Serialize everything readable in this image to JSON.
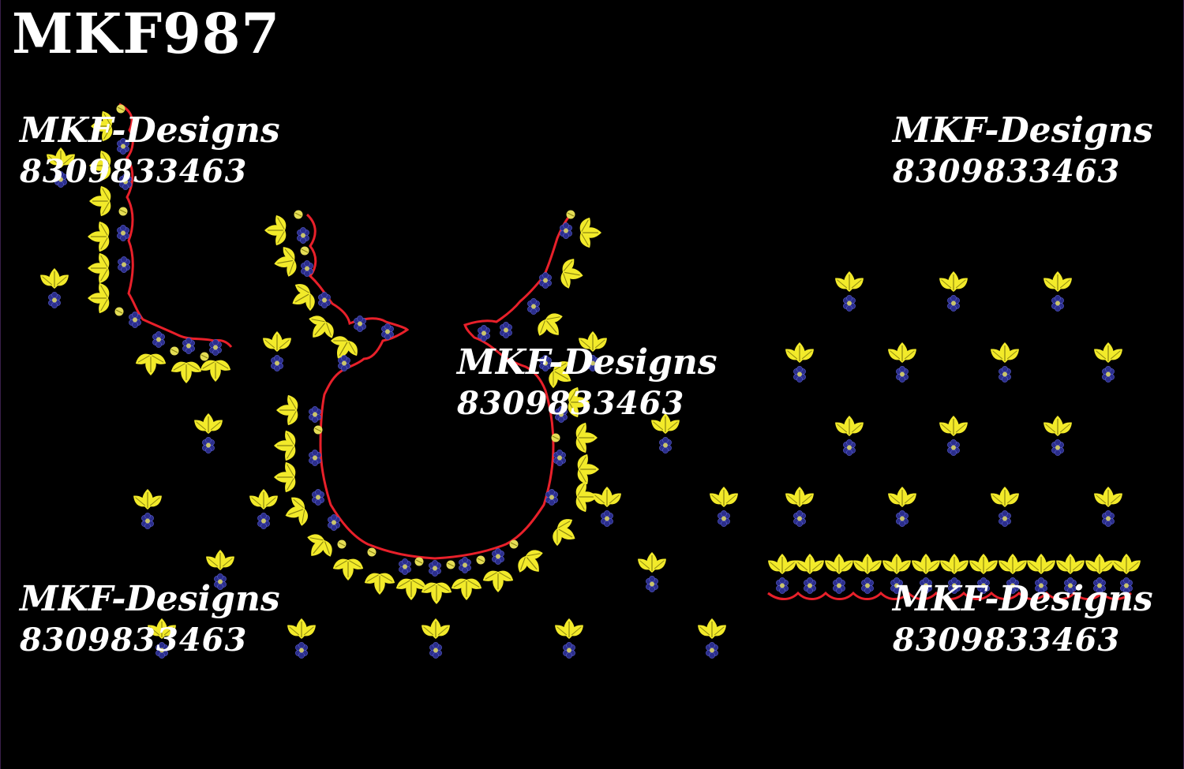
{
  "design_code": "MKF987",
  "watermark": {
    "brand": "MKF-Designs",
    "phone": "8309833463"
  },
  "colors": {
    "background": "#000000",
    "leaf": "#f2ea2a",
    "leaf_vein": "#8a8410",
    "flower": "#2b2e8c",
    "flower_center": "#c9c46b",
    "outline": "#e8202a",
    "text": "#ffffff"
  },
  "motifs": {
    "leaf_sprig": "leaf-sprig-icon",
    "flower": "blue-flower-icon",
    "bead": "yellow-bead-icon"
  }
}
